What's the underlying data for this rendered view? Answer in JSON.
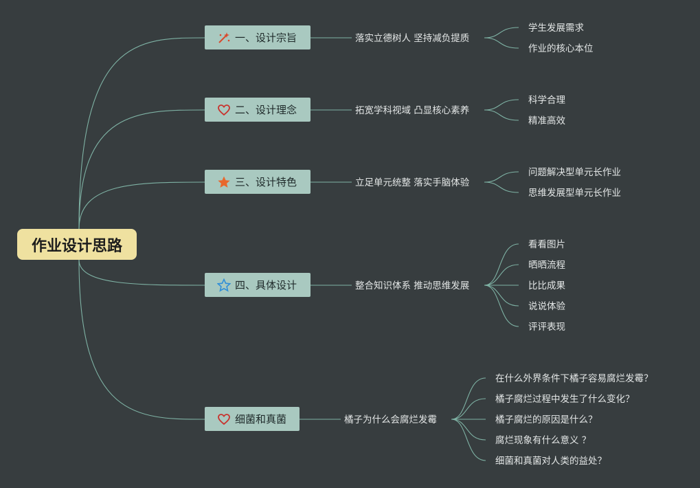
{
  "root": {
    "label": "作业设计思路"
  },
  "branches": [
    {
      "label": "一、设计宗旨",
      "icon": "magic-wand-icon",
      "icon_color": "#d9492c",
      "sub": "落实立德树人 坚持减负提质",
      "leaves": [
        "学生发展需求",
        "作业的核心本位"
      ]
    },
    {
      "label": "二、设计理念",
      "icon": "heart-icon",
      "icon_color": "#c8332e",
      "sub": "拓宽学科视域 凸显核心素养",
      "leaves": [
        "科学合理",
        "精准高效"
      ]
    },
    {
      "label": "三、设计特色",
      "icon": "star-filled-icon",
      "icon_color": "#e8672d",
      "sub": "立足单元统整 落实手脑体验",
      "leaves": [
        "问题解决型单元长作业",
        "思维发展型单元长作业"
      ]
    },
    {
      "label": "四、具体设计",
      "icon": "star-outline-icon",
      "icon_color": "#2f8ed8",
      "sub": "整合知识体系 推动思维发展",
      "leaves": [
        "看看图片",
        "晒晒流程",
        "比比成果",
        "说说体验",
        "评评表现"
      ]
    },
    {
      "label": "细菌和真菌",
      "icon": "heart-icon",
      "icon_color": "#c8332e",
      "sub": "橘子为什么会腐烂发霉",
      "leaves": [
        "在什么外界条件下橘子容易腐烂发霉？",
        "橘子腐烂过程中发生了什么变化？",
        "橘子腐烂的原因是什么？",
        "腐烂现象有什么意义 ？",
        "细菌和真菌对人类的益处？"
      ]
    }
  ],
  "colors": {
    "background": "#373d3f",
    "root_fill": "#efe1a0",
    "branch_fill": "#a9c9c0",
    "link": "#7fb3a5"
  }
}
